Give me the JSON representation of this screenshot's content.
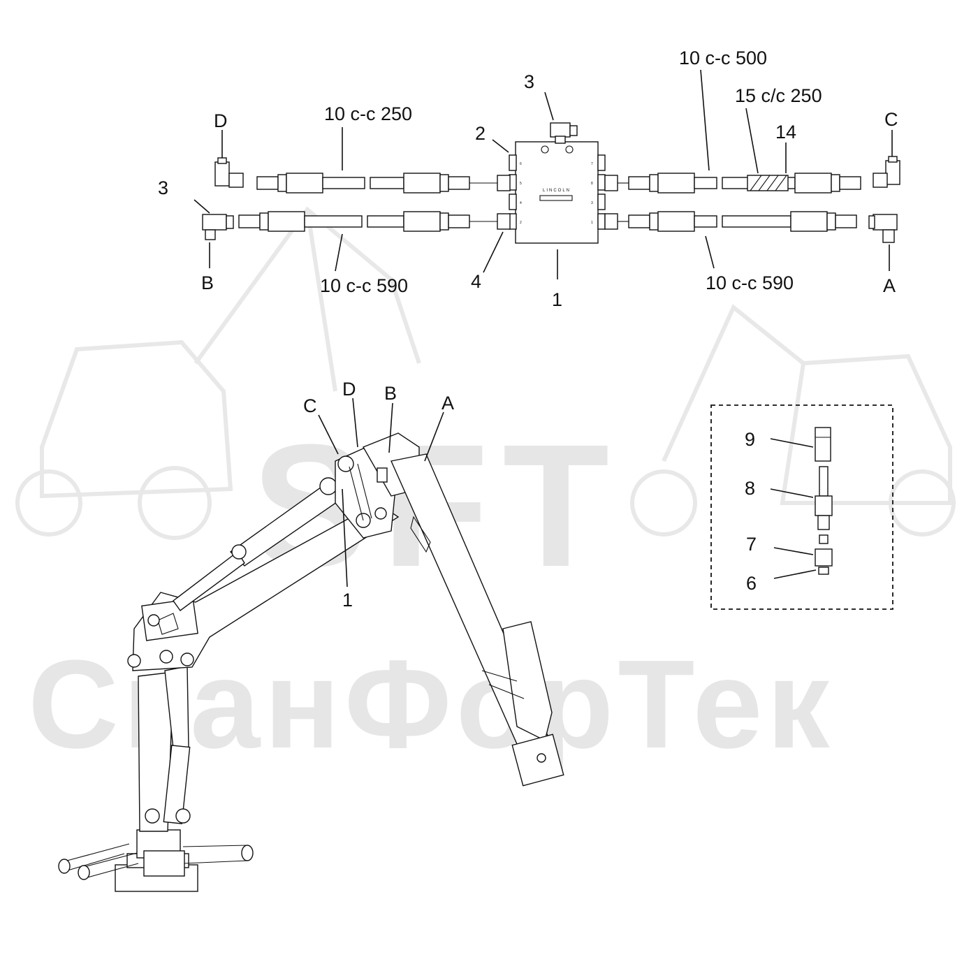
{
  "watermark": {
    "brand": "SFT",
    "company": "СканФорТек"
  },
  "hose_labels": {
    "top_left": "10 c-c 250",
    "bottom_left": "10 c-c 590",
    "top_right_1": "10 c-c 500",
    "top_right_2": "15 c/c 250",
    "bottom_right": "10 c-c 590"
  },
  "callouts": {
    "block": "1",
    "plug": "2",
    "elbow_top": "3",
    "elbow_left": "3",
    "adapter": "4",
    "sleeve": "14",
    "crane_block": "1",
    "detail_6": "6",
    "detail_7": "7",
    "detail_8": "8",
    "detail_9": "9"
  },
  "port_letters": {
    "top_D": "D",
    "top_B": "B",
    "top_C": "C",
    "top_A": "A",
    "crane_C": "C",
    "crane_D": "D",
    "crane_B": "B",
    "crane_A": "A"
  },
  "valve_block": {
    "brand": "LINCOLN",
    "port_numbers": [
      "6",
      "5",
      "4",
      "3",
      "2",
      "1",
      "7",
      "8"
    ]
  }
}
